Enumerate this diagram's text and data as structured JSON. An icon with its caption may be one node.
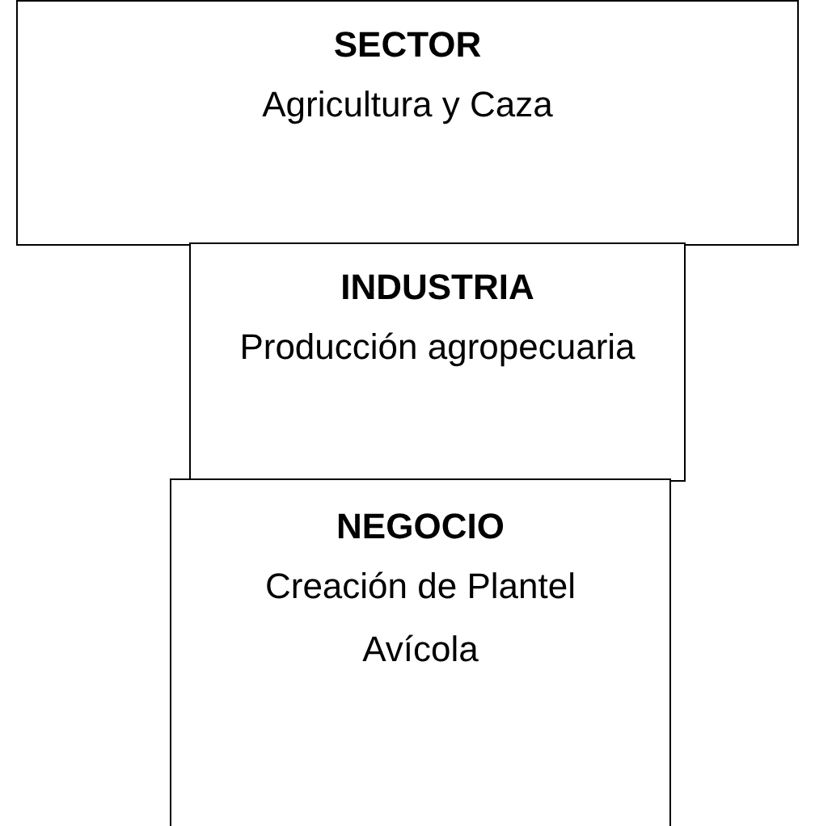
{
  "diagram": {
    "nodes": [
      {
        "text": [
          "SECTOR",
          "Agricultura y Caza"
        ]
      },
      {
        "text": [
          "INDUSTRIA",
          "Producción agropecuaria"
        ]
      },
      {
        "text": [
          "NEGOCIO",
          "Creación de Plantel Avícola"
        ]
      }
    ]
  }
}
